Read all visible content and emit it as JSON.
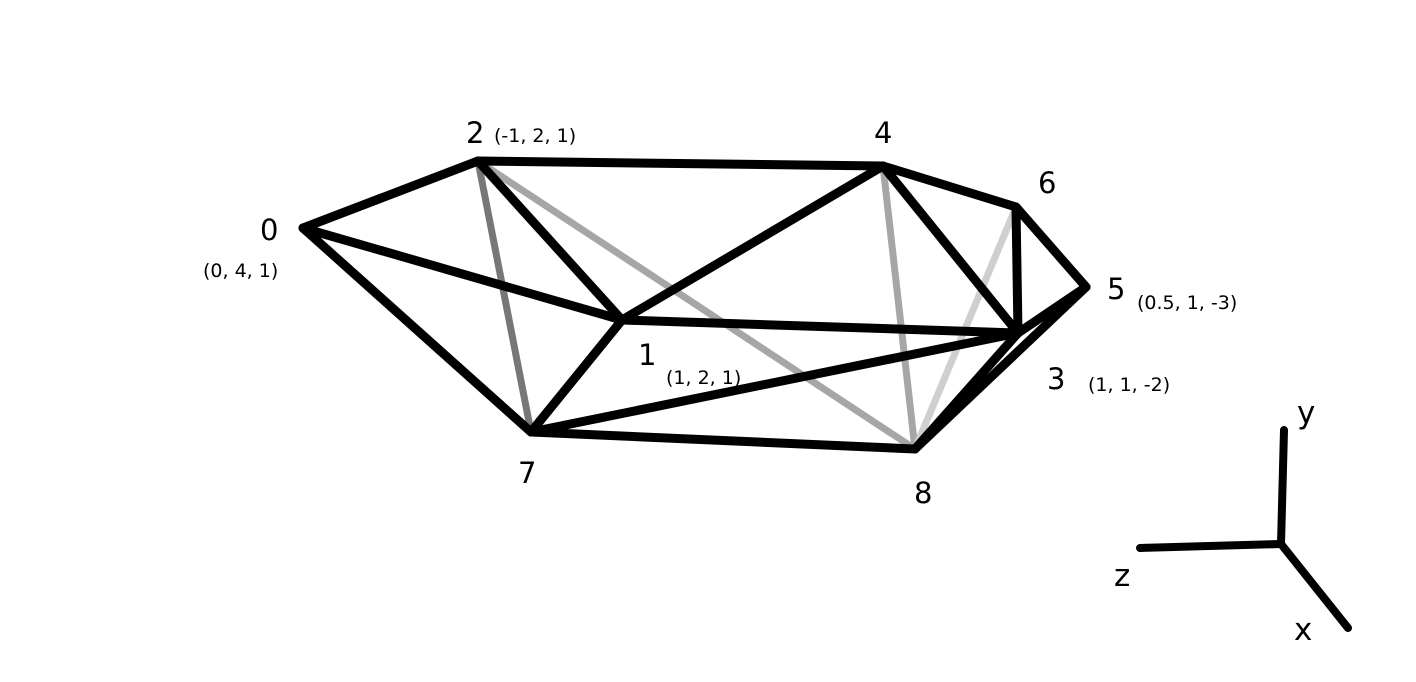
{
  "vertices": [
    {
      "id": "0",
      "label": "0",
      "coord": "(0, 4, 1)"
    },
    {
      "id": "1",
      "label": "1",
      "coord": "(1, 2, 1)"
    },
    {
      "id": "2",
      "label": "2",
      "coord": "(-1, 2, 1)"
    },
    {
      "id": "3",
      "label": "3",
      "coord": "(1, 1, -2)"
    },
    {
      "id": "4",
      "label": "4",
      "coord": ""
    },
    {
      "id": "5",
      "label": "5",
      "coord": "(0.5, 1, -3)"
    },
    {
      "id": "6",
      "label": "6",
      "coord": ""
    },
    {
      "id": "7",
      "label": "7",
      "coord": ""
    },
    {
      "id": "8",
      "label": "8",
      "coord": ""
    }
  ],
  "edges": [
    {
      "from": "2",
      "to": "7",
      "style": "medium-gray"
    },
    {
      "from": "2",
      "to": "8",
      "style": "light-gray"
    },
    {
      "from": "4",
      "to": "8",
      "style": "light-gray"
    },
    {
      "from": "6",
      "to": "8",
      "style": "lighter-gray"
    },
    {
      "from": "0",
      "to": "2",
      "style": "black"
    },
    {
      "from": "0",
      "to": "1",
      "style": "black"
    },
    {
      "from": "0",
      "to": "7",
      "style": "black"
    },
    {
      "from": "2",
      "to": "4",
      "style": "black"
    },
    {
      "from": "2",
      "to": "1",
      "style": "black"
    },
    {
      "from": "4",
      "to": "1",
      "style": "black"
    },
    {
      "from": "4",
      "to": "6",
      "style": "black"
    },
    {
      "from": "4",
      "to": "3",
      "style": "black"
    },
    {
      "from": "6",
      "to": "3",
      "style": "black"
    },
    {
      "from": "6",
      "to": "5",
      "style": "black"
    },
    {
      "from": "1",
      "to": "3",
      "style": "black"
    },
    {
      "from": "1",
      "to": "7",
      "style": "black"
    },
    {
      "from": "7",
      "to": "3",
      "style": "black"
    },
    {
      "from": "7",
      "to": "8",
      "style": "black"
    },
    {
      "from": "8",
      "to": "3",
      "style": "black"
    },
    {
      "from": "8",
      "to": "5",
      "style": "black"
    },
    {
      "from": "3",
      "to": "5",
      "style": "black"
    }
  ],
  "edge_colors": {
    "black": "#000000",
    "medium-gray": "#777777",
    "light-gray": "#a6a6a6",
    "lighter-gray": "#cfcfcf"
  },
  "axes": {
    "x": "x",
    "y": "y",
    "z": "z"
  }
}
